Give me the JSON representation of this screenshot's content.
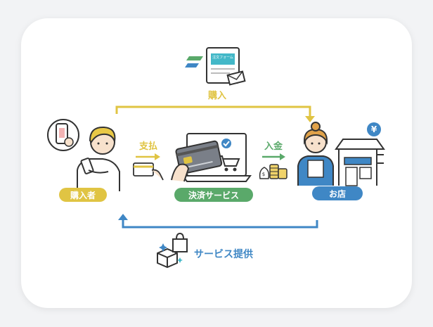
{
  "form": {
    "title": "注文フォーム"
  },
  "top": {
    "label": "購入"
  },
  "flow": {
    "pay_label": "支払",
    "deposit_label": "入金",
    "service_label": "サービス提供"
  },
  "actors": {
    "buyer": "購入者",
    "payment_service": "決済サービス",
    "shop": "お店"
  },
  "icons": {
    "yen_badge": "¥"
  },
  "colors": {
    "yellow": "#e0c443",
    "green": "#5aa96a",
    "blue": "#3f87c5",
    "outline": "#333333"
  }
}
